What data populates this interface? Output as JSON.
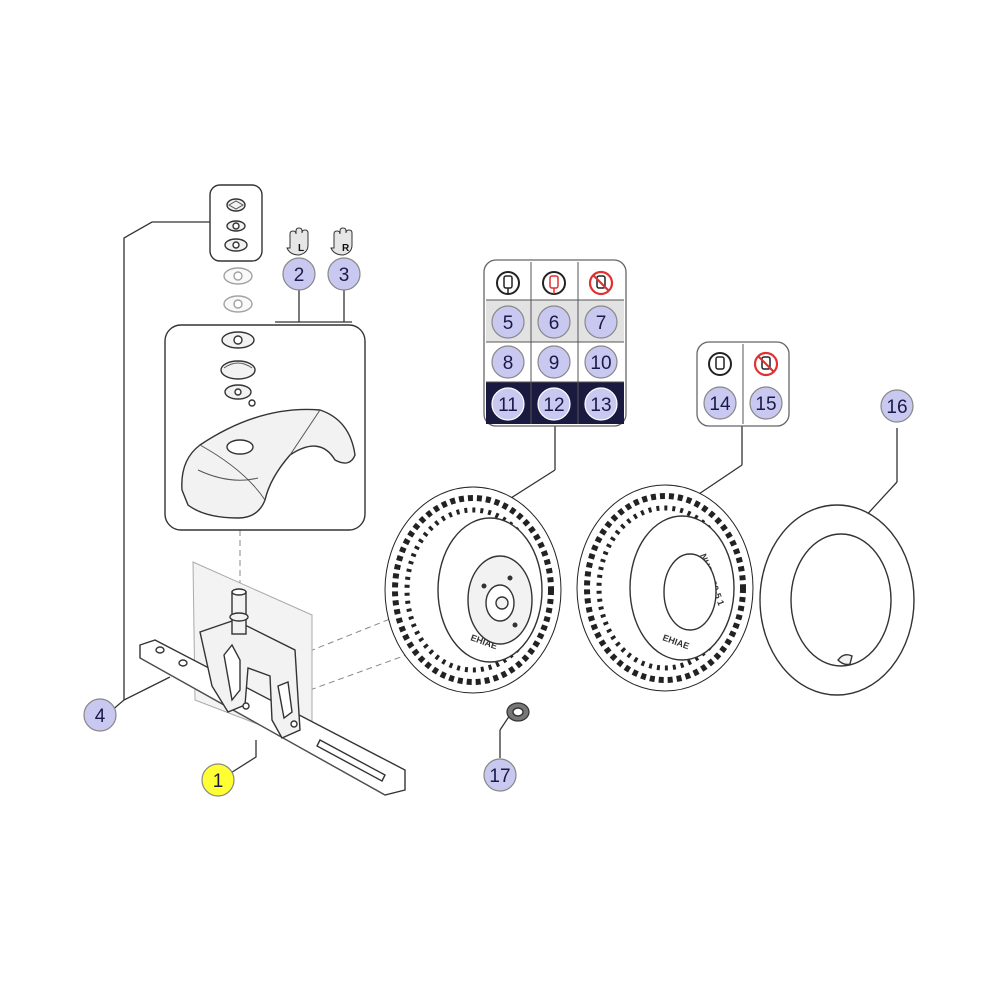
{
  "diagram": {
    "callouts": [
      {
        "id": "1",
        "label": "1",
        "highlight": true
      },
      {
        "id": "2",
        "label": "2"
      },
      {
        "id": "3",
        "label": "3"
      },
      {
        "id": "4",
        "label": "4"
      },
      {
        "id": "5",
        "label": "5"
      },
      {
        "id": "6",
        "label": "6"
      },
      {
        "id": "7",
        "label": "7"
      },
      {
        "id": "8",
        "label": "8"
      },
      {
        "id": "9",
        "label": "9"
      },
      {
        "id": "10",
        "label": "10"
      },
      {
        "id": "11",
        "label": "11",
        "dark": true
      },
      {
        "id": "12",
        "label": "12",
        "dark": true
      },
      {
        "id": "13",
        "label": "13",
        "dark": true
      },
      {
        "id": "14",
        "label": "14"
      },
      {
        "id": "15",
        "label": "15"
      },
      {
        "id": "16",
        "label": "16"
      },
      {
        "id": "17",
        "label": "17"
      }
    ],
    "hand_badges": {
      "left": "L",
      "right": "R"
    },
    "colors": {
      "callout_fill": "#c8c8f0",
      "callout_highlight": "#ffff33",
      "callout_dark_bg": "#1a1a40",
      "no_symbol_red": "#e03030",
      "valve_red": "#e03030"
    },
    "icons": [
      "valve-icon",
      "valve-red-icon",
      "no-tube-icon",
      "left-hand-icon",
      "right-hand-icon"
    ]
  }
}
